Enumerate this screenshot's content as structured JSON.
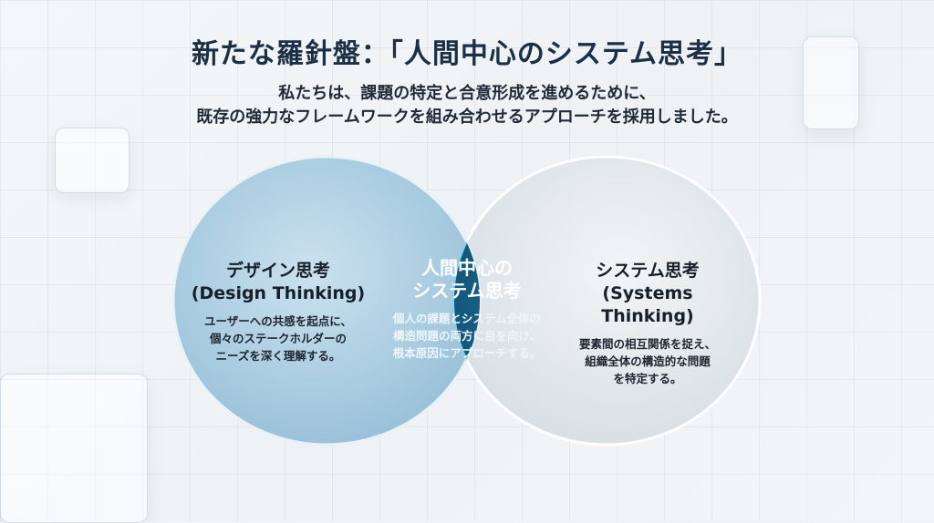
{
  "title": "新たな羅針盤：「人間中心のシステム思考」",
  "subtitle": [
    "私たちは、課題の特定と合意形成を進めるために、",
    "既存の強力なフレームワークを組み合わせるアプローチを採用しました。"
  ],
  "left": {
    "title": "デザイン思考",
    "title_en": "(Design Thinking)",
    "desc": [
      "ユーザーへの共感を起点に、",
      "個々のステークホルダーの",
      "ニーズを深く理解する。"
    ]
  },
  "center": {
    "title": [
      "人間中心の",
      "システム思考"
    ],
    "desc": [
      "個人の課題とシステム全体の",
      "構造問題の両方に目を向け、",
      "根本原因にアプローチする。"
    ]
  },
  "right": {
    "title": "システム思考",
    "title_en": "(Systems Thinking)",
    "desc": [
      "要素間の相互関係を捉え、",
      "組織全体の構造的な問題",
      "を特定する。"
    ]
  },
  "colors": {
    "title": "#1d2f45",
    "left_circle": "#a9cde2",
    "center": "#1f6f96",
    "right_circle": "#e6ecf0"
  }
}
